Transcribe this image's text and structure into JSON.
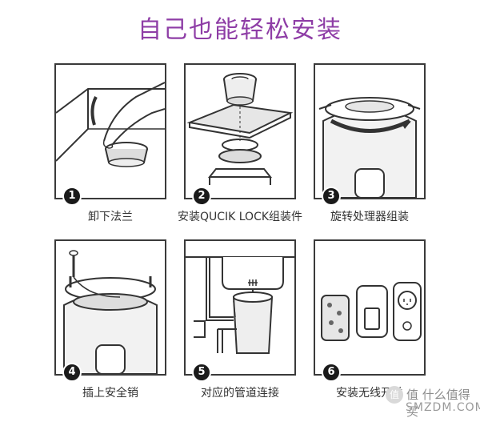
{
  "title": "自己也能轻松安装",
  "steps": [
    {
      "number": "1",
      "caption": "卸下法兰"
    },
    {
      "number": "2",
      "caption": "安装QUCIK LOCK组装件"
    },
    {
      "number": "3",
      "caption": "旋转处理器组装"
    },
    {
      "number": "4",
      "caption": "插上安全销"
    },
    {
      "number": "5",
      "caption": "对应的管道连接"
    },
    {
      "number": "6",
      "caption": "安装无线开关"
    }
  ],
  "watermark": {
    "cn": "值 什么值得买",
    "en": "SMZDM.COM"
  },
  "colors": {
    "title": "#8e3da6",
    "line": "#3a3a3a",
    "badge": "#1a1a1a",
    "shade": "#d9d9d9"
  }
}
